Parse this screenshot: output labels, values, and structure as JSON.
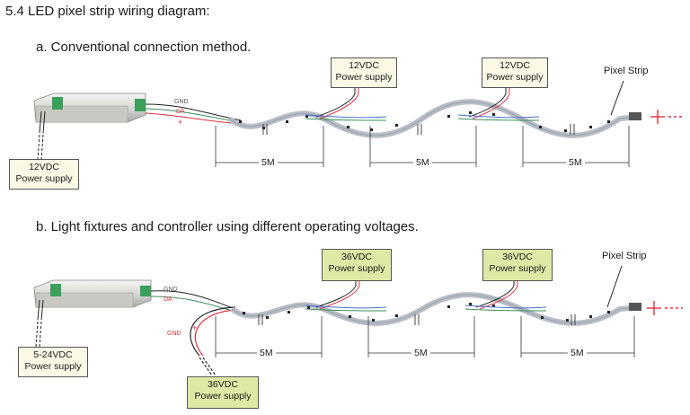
{
  "page_title": "5.4 LED pixel strip wiring diagram:",
  "section_a": {
    "title": "a.  Conventional connection method.",
    "controller_supply": [
      "12VDC",
      "Power supply"
    ],
    "strip_supplies": [
      [
        "12VDC",
        "Power supply"
      ],
      [
        "12VDC",
        "Power supply"
      ]
    ],
    "strip_label": "Pixel Strip",
    "segment_labels": [
      "5M",
      "5M",
      "5M"
    ],
    "wire_labels": [
      "GND",
      "DA",
      "+"
    ]
  },
  "section_b": {
    "title": "b.  Light fixtures and controller using different operating voltages.",
    "controller_supply": [
      "5-24VDC",
      "Power supply"
    ],
    "fixture_supply": [
      "36VDC",
      "Power supply"
    ],
    "strip_supplies": [
      [
        "36VDC",
        "Power supply"
      ],
      [
        "36VDC",
        "Power supply"
      ]
    ],
    "strip_label": "Pixel Strip",
    "segment_labels": [
      "5M",
      "5M",
      "5M"
    ],
    "wire_labels": [
      "GND",
      "DA",
      "GND",
      "+"
    ]
  },
  "colors": {
    "wire_red": "#e0303f",
    "wire_green": "#3a8f5a",
    "wire_blue": "#4a6fd0",
    "box_green": "#dfe9a6",
    "box_plain": "#fbf8e6"
  }
}
